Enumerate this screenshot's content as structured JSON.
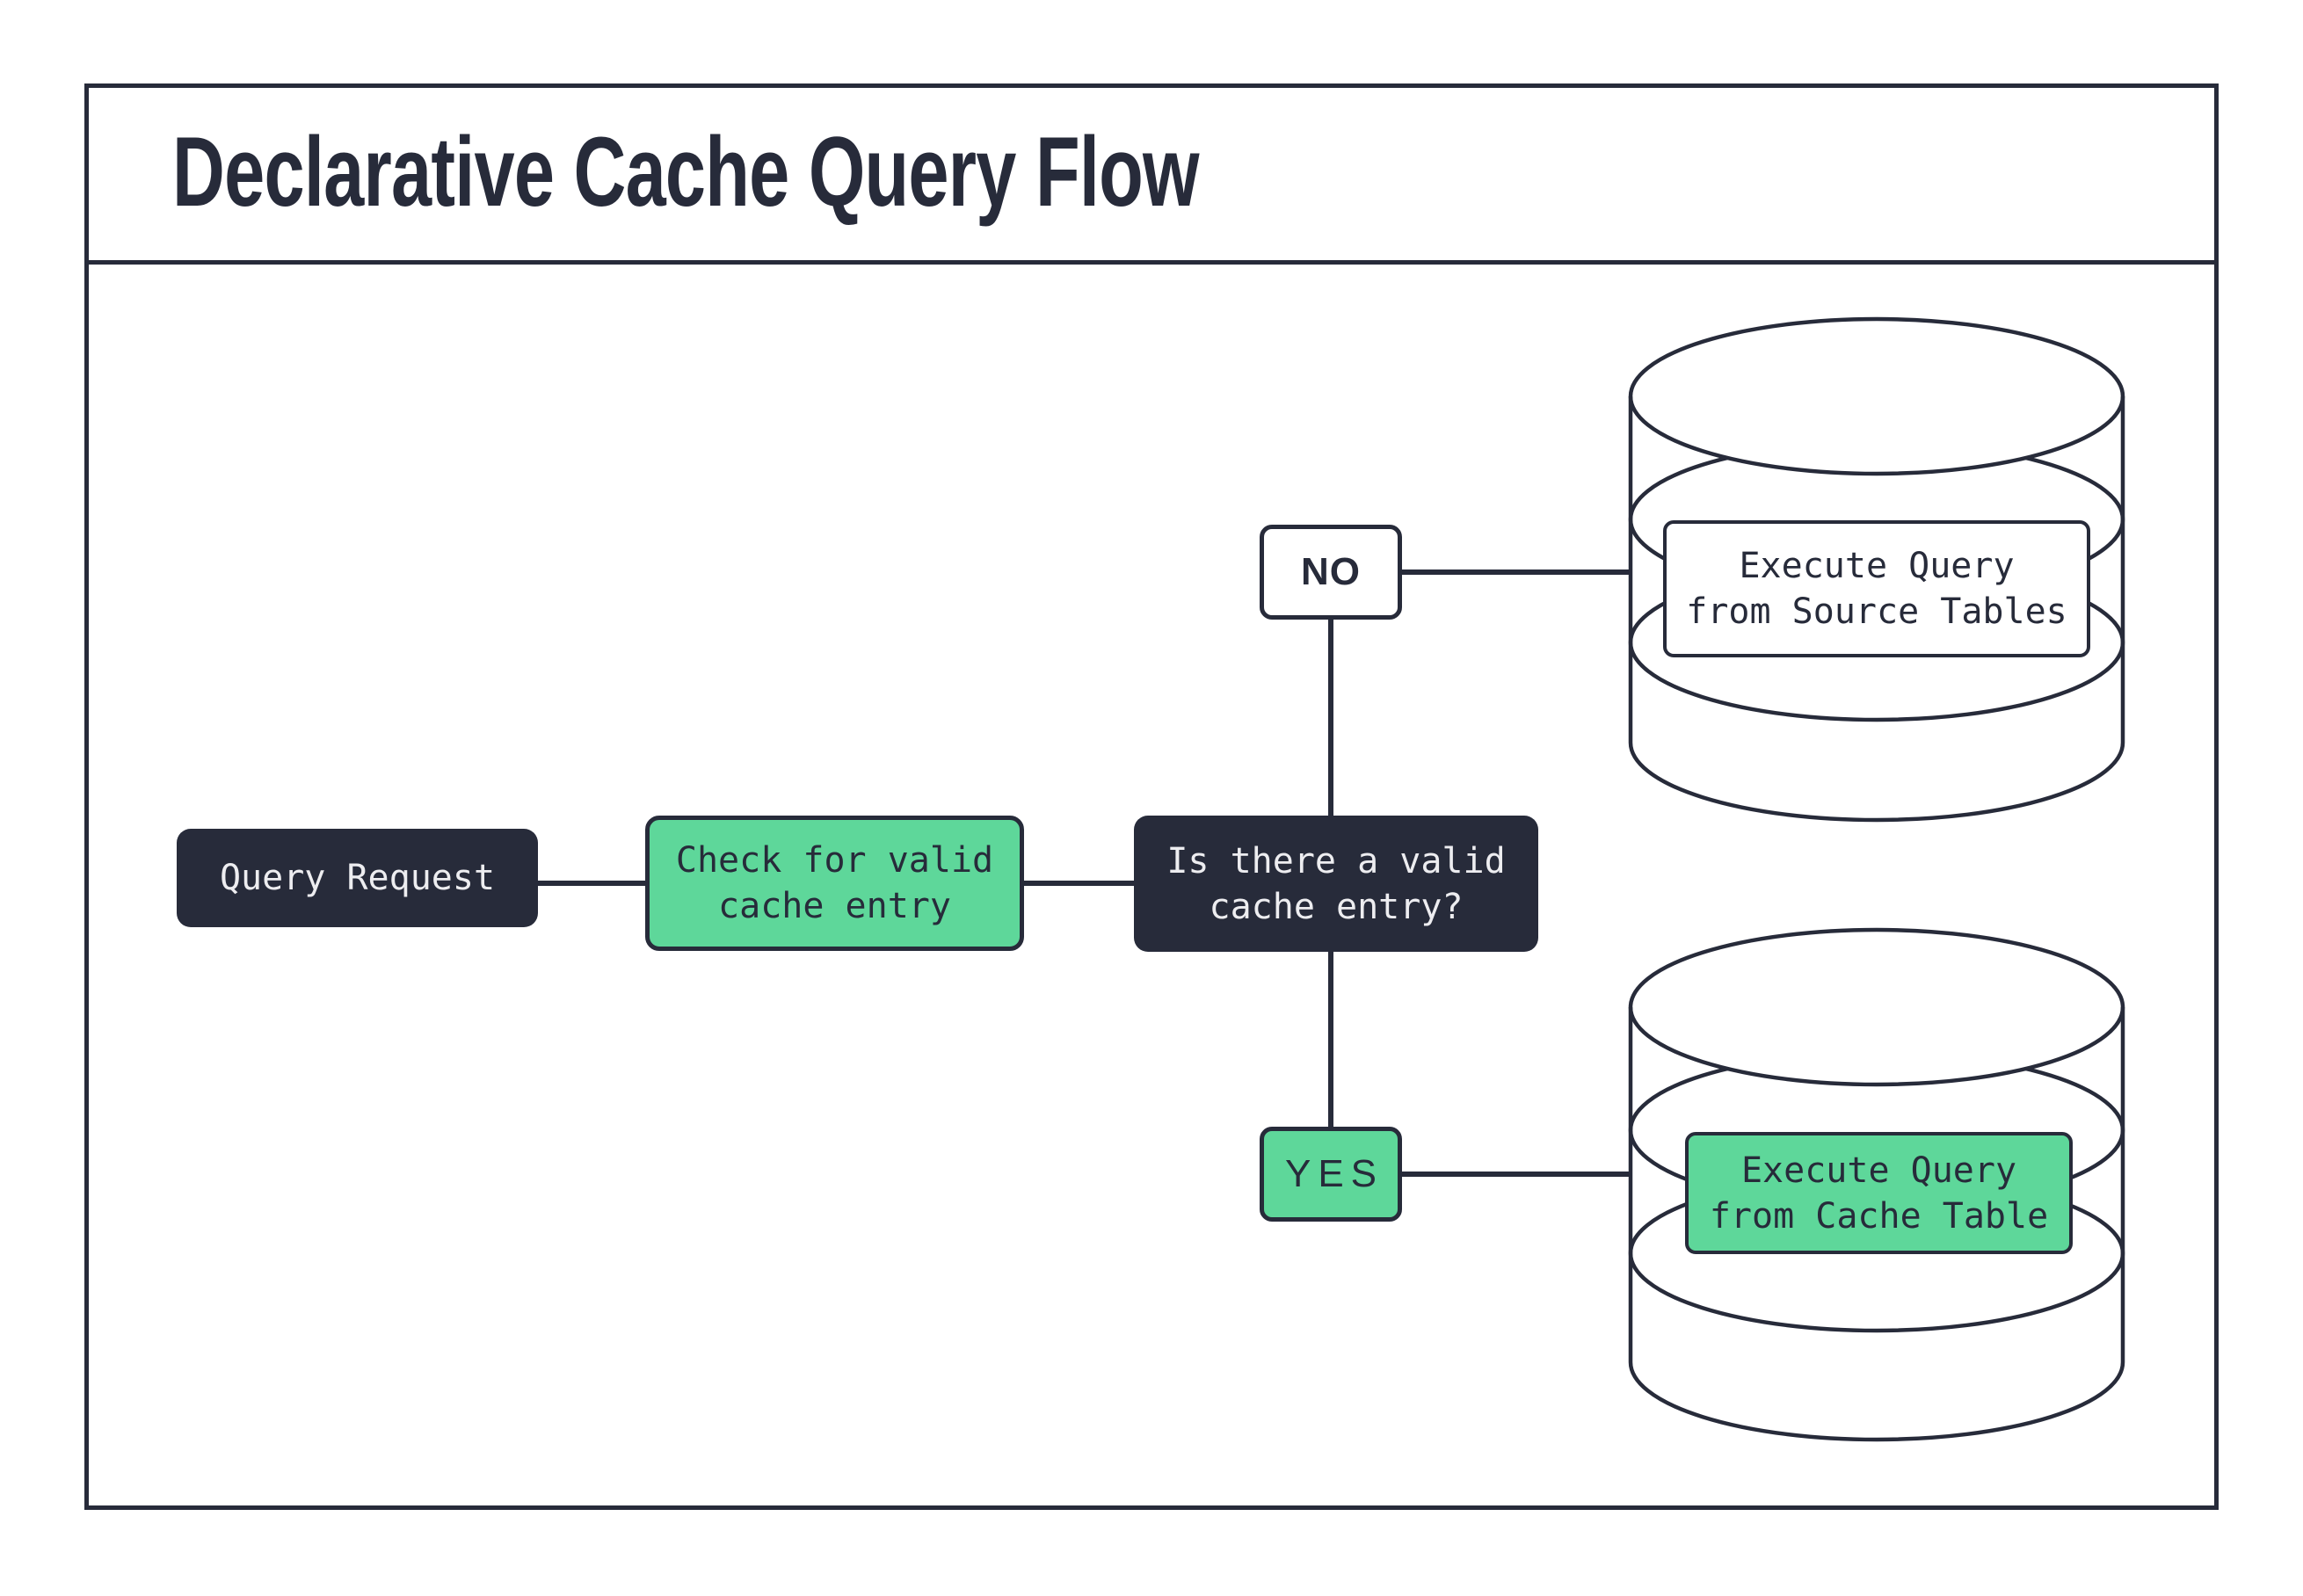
{
  "title": "Declarative Cache Query Flow",
  "colors": {
    "outline": "#272b3a",
    "node_dark": "#272b3a",
    "node_green": "#5ed79a",
    "node_white": "#ffffff",
    "text_light": "#ededf0",
    "background": "#ffffff"
  },
  "nodes": {
    "query_request": {
      "label": "Query Request"
    },
    "check_cache": {
      "line1": "Check for valid",
      "line2": "cache entry"
    },
    "decision": {
      "line1": "Is there a valid",
      "line2": "cache entry?"
    },
    "no": {
      "label": "NO"
    },
    "yes": {
      "label": "YES"
    },
    "source_db": {
      "line1": "Execute Query",
      "line2": "from Source Tables"
    },
    "cache_db": {
      "line1": "Execute Query",
      "line2": "from Cache Table"
    }
  }
}
